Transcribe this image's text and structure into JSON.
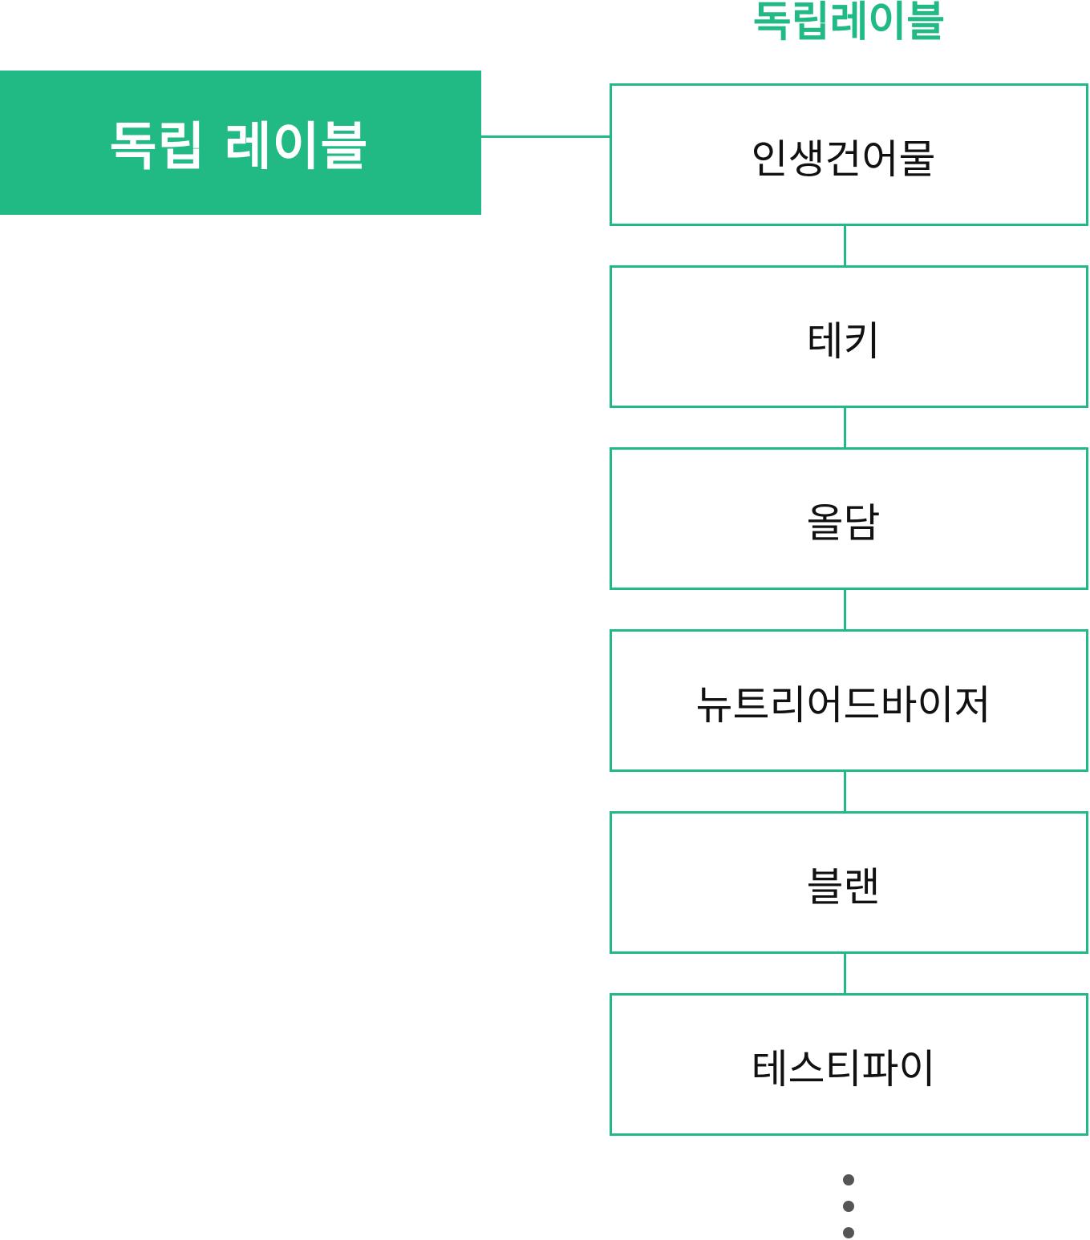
{
  "root": {
    "label": "독립 레이블"
  },
  "column": {
    "header": "독립레이블",
    "items": [
      {
        "label": "인생건어물"
      },
      {
        "label": "테키"
      },
      {
        "label": "올담"
      },
      {
        "label": "뉴트리어드바이저"
      },
      {
        "label": "블랜"
      },
      {
        "label": "테스티파이"
      }
    ],
    "continues": true
  },
  "colors": {
    "accent": "#21b984",
    "text": "#111111",
    "dots": "#555555"
  }
}
